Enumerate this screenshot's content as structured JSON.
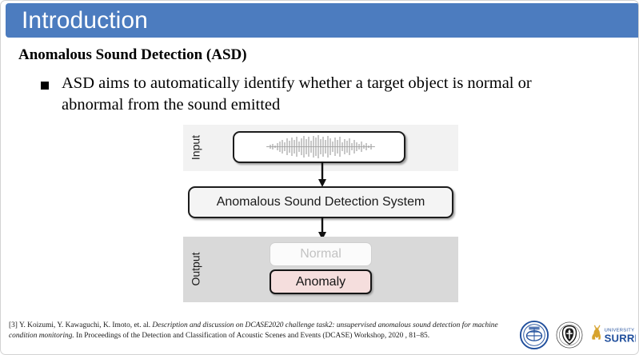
{
  "slide": {
    "title": "Introduction",
    "subheading": "Anomalous Sound Detection (ASD)",
    "bullet": "ASD aims to automatically identify whether a target object is normal or abnormal from the sound emitted",
    "accent_color": "#4c7cbf"
  },
  "diagram": {
    "input_label": "Input",
    "output_label": "Output",
    "system_label": "Anomalous Sound Detection System",
    "results": [
      {
        "label": "Normal",
        "state": "inactive",
        "fill": "#fbfbfb",
        "text_color": "#c2c2c2"
      },
      {
        "label": "Anomaly",
        "state": "active",
        "fill": "#f5dedd",
        "text_color": "#141414"
      }
    ],
    "input_panel_fill": "#f2f2f2",
    "output_panel_fill": "#d9d9d9",
    "waveform_alt": "audio-waveform"
  },
  "footer": {
    "ref_marker": "[3]",
    "authors": "Y. Koizumi, Y. Kawaguchi, K. Imoto, et. al.",
    "title_italic": "Description and discussion on DCASE2020 challenge task2: unsupervised anomalous sound detection for machine condition monitoring.",
    "venue": "In Proceedings of the Detection and Classification of Acoustic Scenes and Events (DCASE) Workshop, 2020 , 81–85."
  },
  "logos": {
    "seal": "university-seal-logo",
    "crest": "university-crest-logo",
    "surrey_top": "UNIVERSITY OF",
    "surrey_name": "SURREY",
    "surrey_color": "#1f4e9c",
    "stag_color": "#d7a32e"
  }
}
